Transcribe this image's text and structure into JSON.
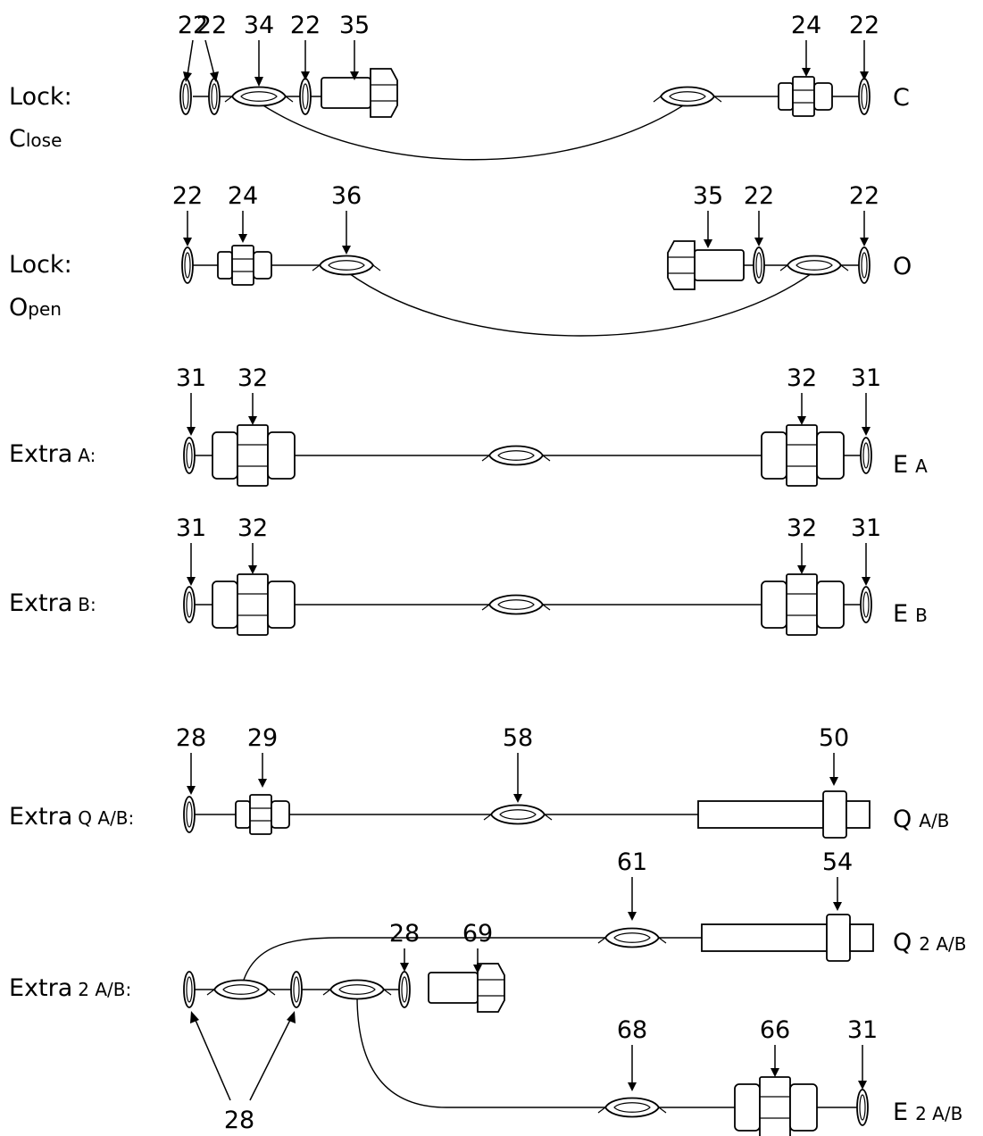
{
  "rows": {
    "lock_close": {
      "label": "Lock:",
      "sub_initial": "C",
      "sub_rest": "lose",
      "end_main": "C",
      "end_sub": "",
      "callouts": [
        "22",
        "22",
        "34",
        "22",
        "35",
        "24",
        "22"
      ]
    },
    "lock_open": {
      "label": "Lock:",
      "sub_initial": "O",
      "sub_rest": "pen",
      "end_main": "O",
      "end_sub": "",
      "callouts": [
        "22",
        "24",
        "36",
        "35",
        "22",
        "22"
      ]
    },
    "extra_a": {
      "label_main": "Extra",
      "label_sub": "A:",
      "end_main": "E",
      "end_sub": "A",
      "callouts": [
        "31",
        "32",
        "32",
        "31"
      ]
    },
    "extra_b": {
      "label_main": "Extra",
      "label_sub": "B:",
      "end_main": "E",
      "end_sub": "B",
      "callouts": [
        "31",
        "32",
        "32",
        "31"
      ]
    },
    "extra_q": {
      "label_main": "Extra",
      "label_sub": "Q A/B:",
      "end_main": "Q",
      "end_sub": "A/B",
      "callouts": [
        "28",
        "29",
        "58",
        "50"
      ]
    },
    "extra_2": {
      "label_main": "Extra",
      "label_sub": "2 A/B:",
      "end_q_main": "Q",
      "end_q_sub": "2 A/B",
      "end_e_main": "E",
      "end_e_sub": "2 A/B",
      "callouts": [
        "61",
        "54",
        "28",
        "69",
        "68",
        "66",
        "31",
        "28"
      ]
    }
  }
}
